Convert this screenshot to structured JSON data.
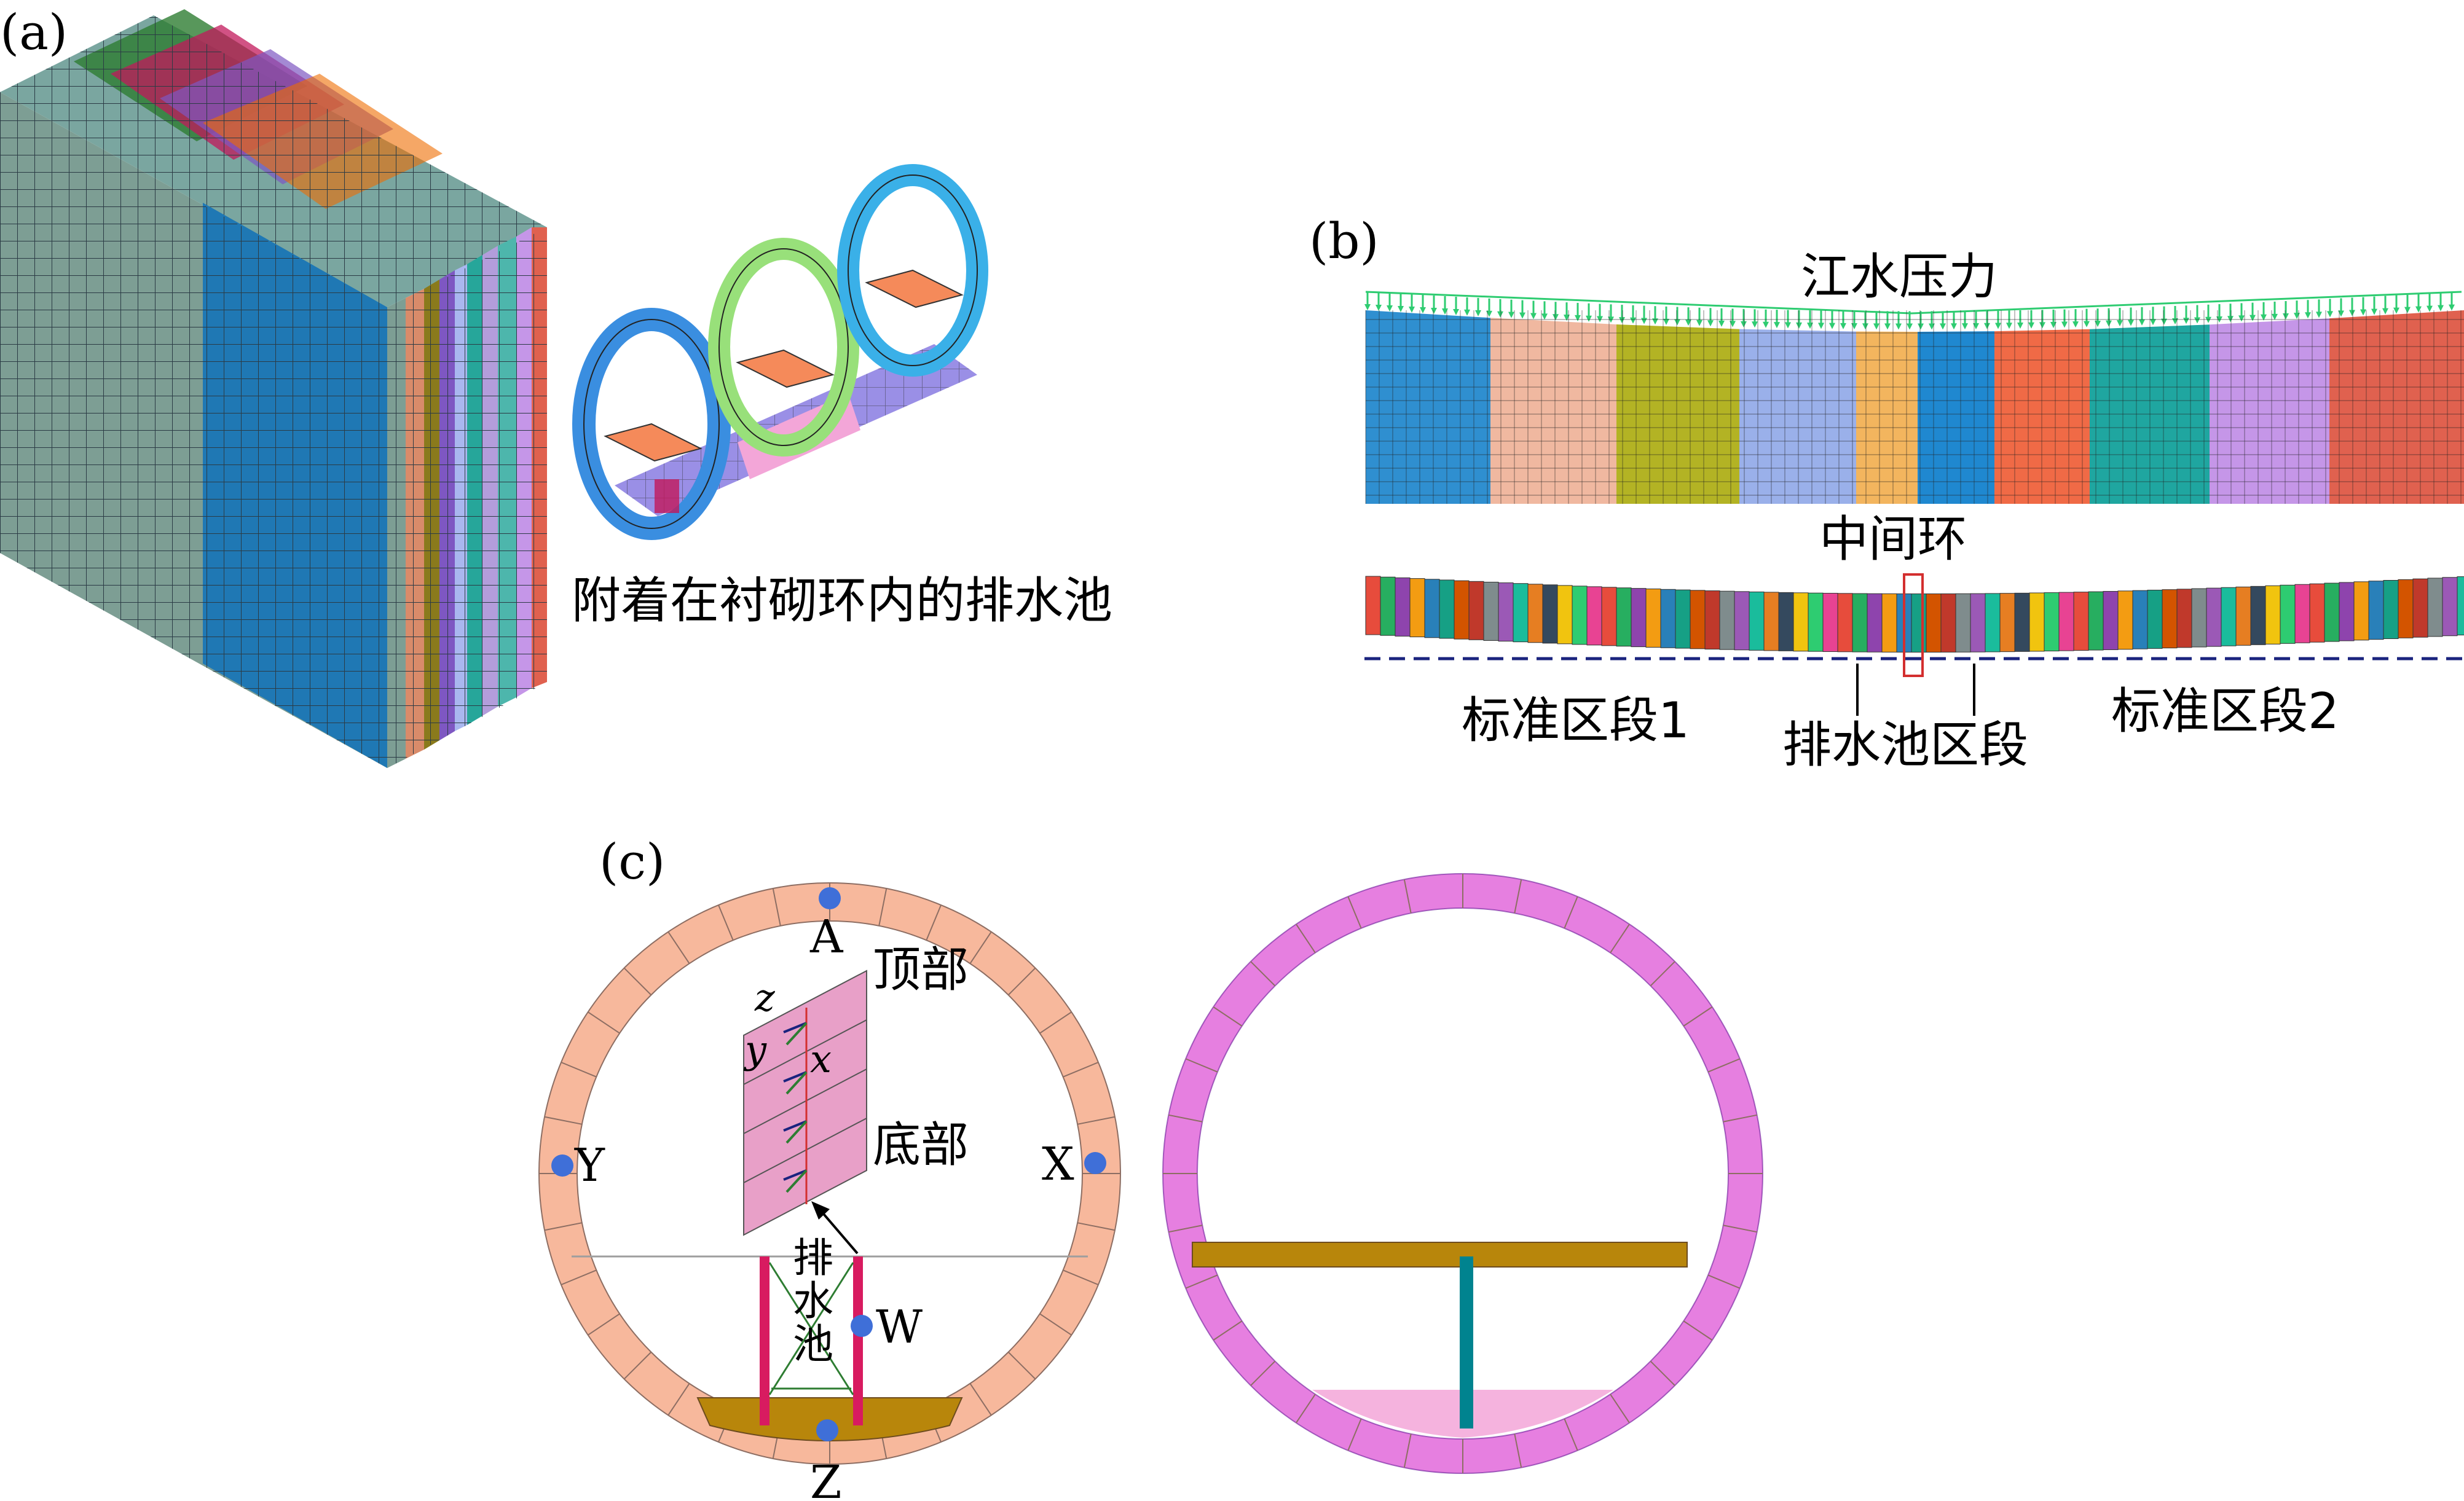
{
  "panel_a": {
    "tag": "(a)",
    "caption": "附着在衬砌环内的排水池"
  },
  "panel_b": {
    "tag": "(b)",
    "river_pressure": "江水压力",
    "middle_ring": "中间环",
    "section_std1": "标准区段1",
    "section_pool": "排水池区段",
    "section_std2": "标准区段2",
    "soil_colors": [
      "#2f8fd0",
      "#f0b8a0",
      "#b3b324",
      "#9ab0ea",
      "#f3b55e",
      "#1f88d0",
      "#f06a46",
      "#1fa6a0",
      "#c596e8",
      "#e0614f"
    ]
  },
  "panel_c": {
    "tag": "(c)",
    "point_a": "A",
    "point_x": "X",
    "point_y": "Y",
    "point_z": "Z",
    "point_w": "W",
    "top_label": "顶部",
    "bottom_label": "底部",
    "axis_z": "z",
    "axis_y": "y",
    "axis_x": "x",
    "pool_chars": [
      "排",
      "水",
      "池"
    ],
    "ring_color_left": "#f7b89c",
    "ring_color_right": "#e67fe0"
  }
}
